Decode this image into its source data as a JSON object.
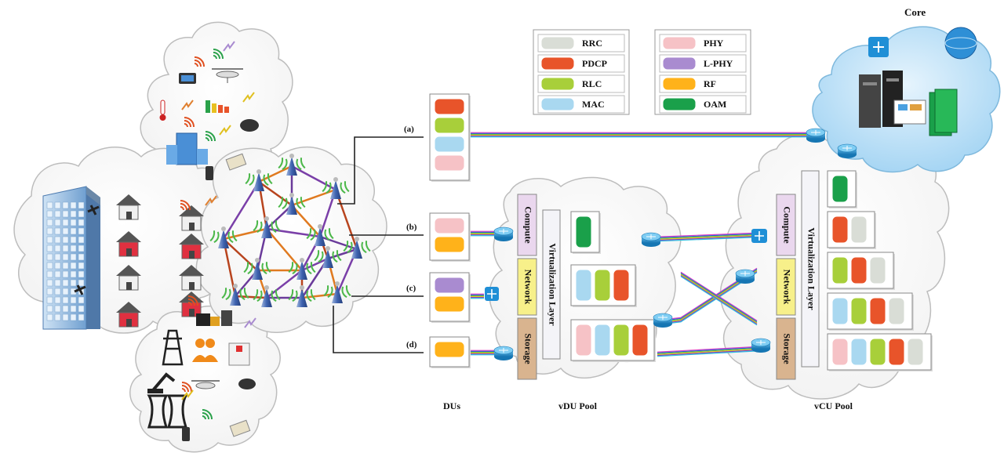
{
  "legend": {
    "left": [
      {
        "label": "RRC",
        "color": "#d9ddd6"
      },
      {
        "label": "PDCP",
        "color": "#e8542a"
      },
      {
        "label": "RLC",
        "color": "#a8cf3a"
      },
      {
        "label": "MAC",
        "color": "#a9d8f0"
      }
    ],
    "right": [
      {
        "label": "PHY",
        "color": "#f6c2c6"
      },
      {
        "label": "L-PHY",
        "color": "#a98bd0"
      },
      {
        "label": "RF",
        "color": "#ffb21a"
      },
      {
        "label": "OAM",
        "color": "#1aa04a"
      }
    ]
  },
  "split_labels": [
    "(a)",
    "(b)",
    "(c)",
    "(d)"
  ],
  "titles": {
    "dus": "DUs",
    "vdu_pool": "vDU Pool",
    "vcu_pool": "vCU Pool",
    "core": "Core"
  },
  "vdu_pool": {
    "resources": [
      "Compute",
      "Network",
      "Storage"
    ],
    "virtualization": "Virtualization Layer"
  },
  "vcu_pool": {
    "resources": [
      "Compute",
      "Network",
      "Storage"
    ],
    "virtualization": "Virtualization Layer"
  },
  "colors": {
    "rrc": "#d9ddd6",
    "pdcp": "#e8542a",
    "rlc": "#a8cf3a",
    "mac": "#a9d8f0",
    "phy": "#f6c2c6",
    "lphy": "#a98bd0",
    "rf": "#ffb21a",
    "oam": "#1aa04a",
    "compute_bg": "#ead7ee",
    "network_bg": "#f7f08a",
    "storage_bg": "#d9b48f"
  }
}
